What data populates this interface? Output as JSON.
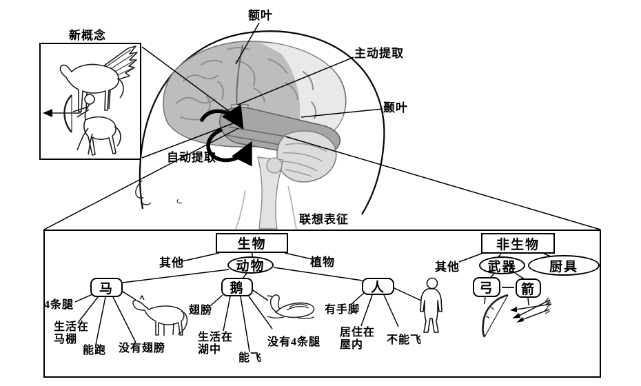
{
  "colors": {
    "ink": "#000000",
    "background": "#ffffff",
    "brain_gray": "#bdbdbd",
    "temporal_gray": "#a6a6a6",
    "brain_pale": "#e9e9e9",
    "sketch_gray": "#b5b5b5"
  },
  "labels": {
    "new_concept": "新概念",
    "frontal_lobe": "额叶",
    "active_retrieval": "主动提取",
    "temporal_lobe": "颞叶",
    "automatic_retrieval": "自动提取",
    "associative_representation": "联想表征"
  },
  "nodes": {
    "living": "生物",
    "animal": "动物",
    "horse": "马",
    "goose": "鹅",
    "person": "人",
    "nonliving": "非生物",
    "weapon": "武器",
    "kitchenware": "厨具",
    "bow": "弓",
    "arrow": "箭"
  },
  "branches": {
    "other_living": "其他",
    "plant": "植物",
    "other_nonliving": "其他"
  },
  "features": {
    "horse_legs": "4条腿",
    "horse_stable": [
      "生活在",
      "马棚"
    ],
    "horse_run": "能跑",
    "horse_no_wings": "没有翅膀",
    "goose_wings": "翅膀",
    "goose_lake": [
      "生活在",
      "湖中"
    ],
    "goose_fly": "能飞",
    "goose_no_legs": "没有4条腿",
    "person_hands": "有手脚",
    "person_house": [
      "居住在",
      "屋内"
    ],
    "person_no_fly": "不能飞"
  },
  "icons": {
    "brain": "brain-lateral-view",
    "pegasus": "winged-horse-sketch",
    "centaur": "centaur-archer-sketch",
    "horse": "horse-sketch",
    "swan": "swan-sketch",
    "person": "person-silhouette",
    "bow": "bow-sketch",
    "arrows": "arrow-bundle-sketch"
  }
}
